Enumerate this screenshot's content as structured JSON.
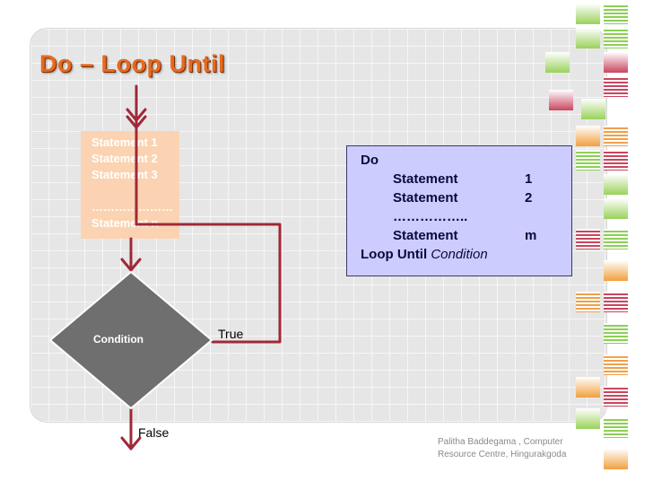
{
  "slide": {
    "title": "Do – Loop Until",
    "footer_line1": "Palitha Baddegama , Computer",
    "footer_line2": "Resource Centre, Hingurakgoda"
  },
  "flowchart": {
    "statements": [
      "Statement 1",
      "Statement 2",
      "Statement 3",
      "",
      "…………………",
      "Statement n"
    ],
    "condition_label": "Condition",
    "true_label": "True",
    "false_label": "False"
  },
  "syntax": {
    "line1": "Do",
    "statements": [
      {
        "text": "Statement",
        "num": "1"
      },
      {
        "text": "Statement",
        "num": "2"
      },
      {
        "text": "……………..",
        "num": ""
      },
      {
        "text": "Statement",
        "num": "m"
      }
    ],
    "loop_keyword": "Loop Until",
    "condition": "Condition"
  },
  "colors": {
    "title": "#e8691f",
    "arrow": "#a02838",
    "statement_box": "#fbd3b2",
    "condition_diamond": "#6f6f6f",
    "syntax_box": "#ccccff"
  }
}
